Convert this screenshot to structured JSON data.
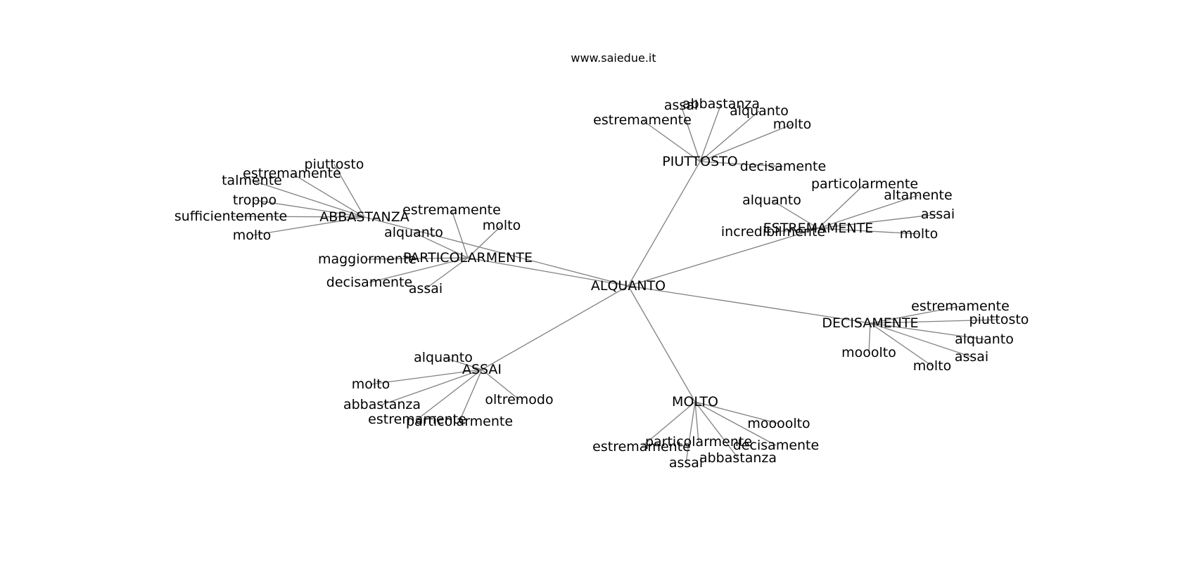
{
  "header": {
    "site": "www.saiedue.it"
  },
  "graph": {
    "edge_color": "#808080",
    "text_color": "#000000",
    "root": "ALQUANTO",
    "groups": [
      {
        "hub": "PIUTTOSTO",
        "leaves": [
          "assai",
          "abbastanza",
          "alquanto",
          "estremamente",
          "molto",
          "decisamente"
        ]
      },
      {
        "hub": "ESTREMAMENTE",
        "leaves": [
          "particolarmente",
          "altamente",
          "alquanto",
          "assai",
          "incredibilmente",
          "molto"
        ]
      },
      {
        "hub": "DECISAMENTE",
        "leaves": [
          "estremamente",
          "piuttosto",
          "alquanto",
          "mooolto",
          "assai",
          "molto"
        ]
      },
      {
        "hub": "MOLTO",
        "leaves": [
          "moooolto",
          "particolarmente",
          "decisamente",
          "estremamente",
          "abbastanza",
          "assai"
        ]
      },
      {
        "hub": "ASSAI",
        "leaves": [
          "alquanto",
          "molto",
          "oltremodo",
          "abbastanza",
          "estremamente",
          "particolarmente"
        ]
      },
      {
        "hub": "PARTICOLARMENTE",
        "leaves": [
          "estremamente",
          "molto",
          "alquanto",
          "maggiormente",
          "decisamente",
          "assai"
        ]
      },
      {
        "hub": "ABBASTANZA",
        "leaves": [
          "piuttosto",
          "estremamente",
          "talmente",
          "troppo",
          "sufficientemente",
          "molto"
        ]
      }
    ]
  }
}
